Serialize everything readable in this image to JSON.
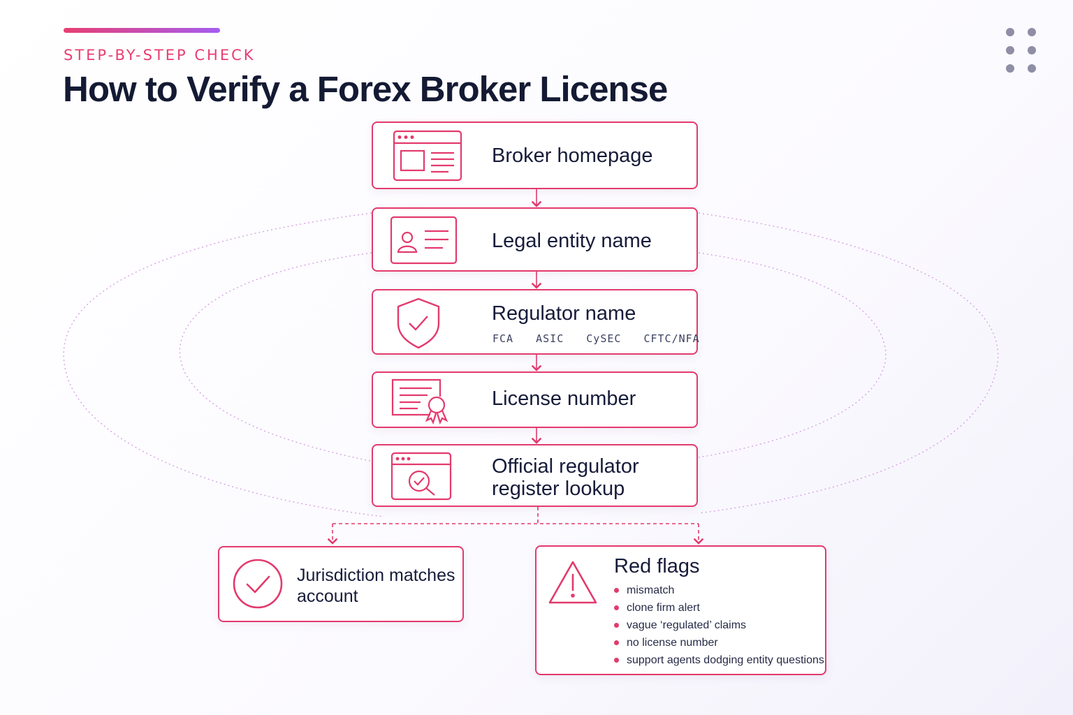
{
  "header": {
    "eyebrow": "STEP-BY-STEP CHECK",
    "title": "How to Verify a Forex Broker License"
  },
  "colors": {
    "accent": "#e83e72",
    "accent_gradient_end": "#a55cf0",
    "ring": "#d7a2e4",
    "text": "#151a33"
  },
  "steps": [
    {
      "label": "Broker homepage",
      "icon": "browser-window-icon"
    },
    {
      "label": "Legal entity name",
      "icon": "id-card-icon"
    },
    {
      "label": "Regulator name",
      "icon": "shield-check-icon",
      "regulators": [
        "FCA",
        "ASIC",
        "CySEC",
        "CFTC/NFA"
      ]
    },
    {
      "label": "License number",
      "icon": "certificate-icon"
    },
    {
      "label_line1": "Official regulator",
      "label_line2": "register lookup",
      "icon": "browser-search-icon"
    }
  ],
  "outcomes": {
    "match": {
      "label_line1": "Jurisdiction matches",
      "label_line2": "account",
      "icon": "check-circle-icon"
    },
    "red_flags": {
      "title": "Red flags",
      "icon": "warning-triangle-icon",
      "items": [
        "mismatch",
        "clone firm alert",
        "vague ‘regulated’ claims",
        "no license number",
        "support agents dodging entity questions"
      ]
    }
  }
}
